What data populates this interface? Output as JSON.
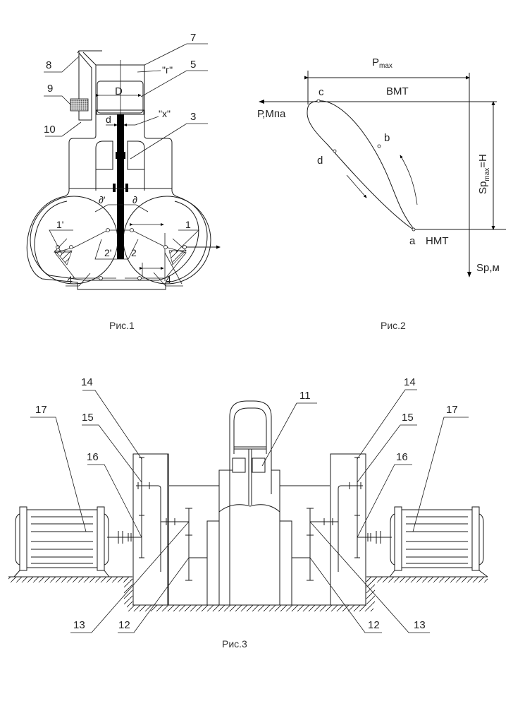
{
  "figure1": {
    "caption": "Рис.1",
    "labels": {
      "n7": "7",
      "g": "\"г\"",
      "n5": "5",
      "n8": "8",
      "n9": "9",
      "n10": "10",
      "D": "D",
      "d": "d",
      "x": "\"х\"",
      "n3": "3",
      "delta_left": "∂'",
      "delta_right": "∂",
      "n1p": "1'",
      "n1": "1",
      "n2p": "2'",
      "n2": "2",
      "n4p": "4'",
      "n4": "4"
    }
  },
  "figure2": {
    "caption": "Рис.2",
    "labels": {
      "pmax_main": "P",
      "pmax_sub": "max",
      "vmt": "ВМТ",
      "nmt": "НМТ",
      "p_axis": "Р,Мпа",
      "s_axis": "Sp,м",
      "sp_main": "Sp",
      "sp_sub": "max",
      "sp_eq": "=H",
      "pt_a": "a",
      "pt_b": "b",
      "pt_c": "c",
      "pt_d": "d"
    }
  },
  "figure3": {
    "caption": "Рис.3",
    "labels": {
      "n11": "11",
      "n12_left": "12",
      "n13_left": "13",
      "n14_left": "14",
      "n15_left": "15",
      "n16_left": "16",
      "n17_left": "17",
      "n12_right": "12",
      "n13_right": "13",
      "n14_right": "14",
      "n15_right": "15",
      "n16_right": "16",
      "n17_right": "17"
    }
  }
}
